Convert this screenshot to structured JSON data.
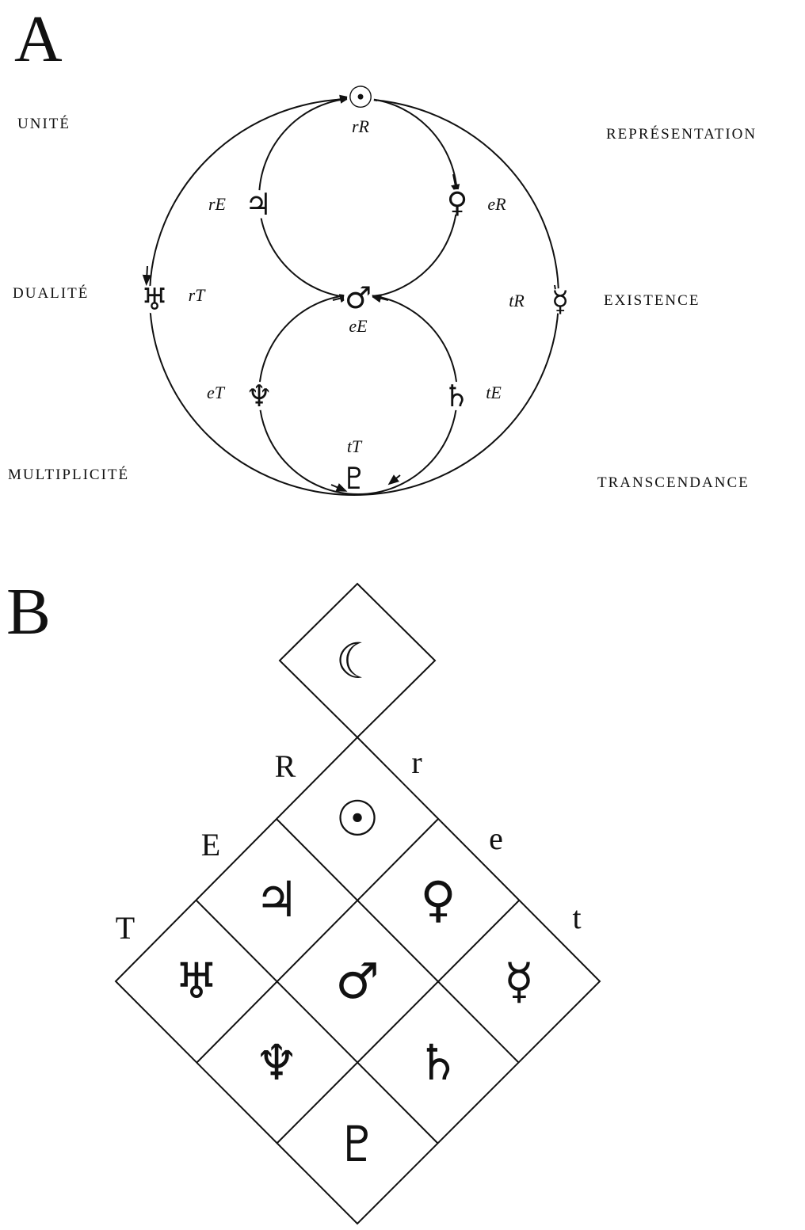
{
  "panel_a": {
    "letter": "A",
    "levels_left": [
      "UNITÉ",
      "DUALITÉ",
      "MULTIPLICITÉ"
    ],
    "levels_right": [
      "REPRÉSENTATION",
      "EXISTENCE",
      "TRANSCENDANCE"
    ],
    "nodes": [
      {
        "id": "sun",
        "glyph": "☉",
        "icon": "sun-icon",
        "code": "rR"
      },
      {
        "id": "jupiter",
        "glyph": "♃",
        "icon": "jupiter-icon",
        "code": "rE"
      },
      {
        "id": "venus",
        "glyph": "♀",
        "icon": "venus-icon",
        "code": "eR"
      },
      {
        "id": "uranus",
        "glyph": "♅",
        "icon": "uranus-icon",
        "code": "rT"
      },
      {
        "id": "mars",
        "glyph": "♂",
        "icon": "mars-icon",
        "code": "eE"
      },
      {
        "id": "mercury",
        "glyph": "☿",
        "icon": "mercury-icon",
        "code": "tR"
      },
      {
        "id": "neptune",
        "glyph": "♆",
        "icon": "neptune-icon",
        "code": "eT"
      },
      {
        "id": "saturn",
        "glyph": "♄",
        "icon": "saturn-icon",
        "code": "tE"
      },
      {
        "id": "pluto",
        "glyph": "♇",
        "icon": "pluto-icon",
        "code": "tT"
      }
    ]
  },
  "panel_b": {
    "letter": "B",
    "axis_left": [
      "R",
      "E",
      "T"
    ],
    "axis_right": [
      "r",
      "e",
      "t"
    ],
    "top_cell": {
      "glyph": "☾",
      "icon": "moon-icon"
    },
    "cells": [
      {
        "glyph": "☉",
        "icon": "sun-icon"
      },
      {
        "glyph": "♃",
        "icon": "jupiter-icon"
      },
      {
        "glyph": "♀",
        "icon": "venus-icon"
      },
      {
        "glyph": "♅",
        "icon": "uranus-icon"
      },
      {
        "glyph": "♂",
        "icon": "mars-icon"
      },
      {
        "glyph": "☿",
        "icon": "mercury-icon"
      },
      {
        "glyph": "♆",
        "icon": "neptune-icon"
      },
      {
        "glyph": "♄",
        "icon": "saturn-icon"
      },
      {
        "glyph": "♇",
        "icon": "pluto-icon"
      }
    ]
  }
}
